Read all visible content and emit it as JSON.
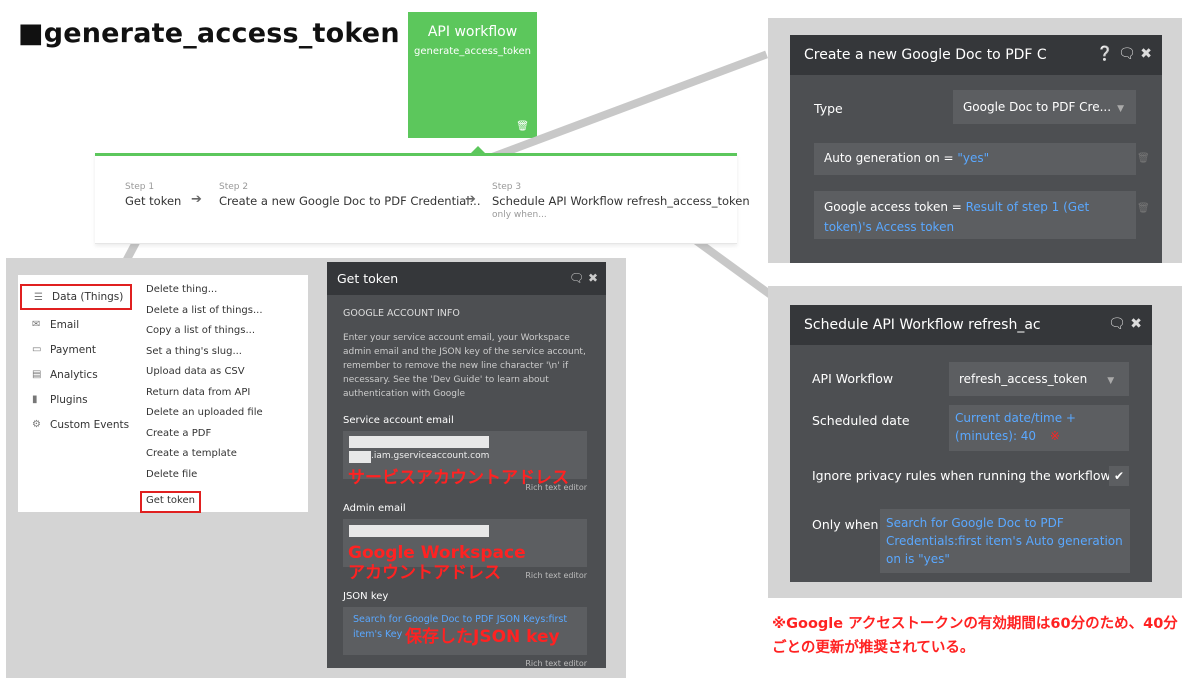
{
  "title": "■generate_access_token",
  "workflow_card": {
    "title": "API workflow",
    "subtitle": "generate_access_token"
  },
  "steps": [
    {
      "num": "Step 1",
      "label": "Get token",
      "sub": ""
    },
    {
      "num": "Step 2",
      "label": "Create a new Google Doc to PDF Credential...",
      "sub": ""
    },
    {
      "num": "Step 3",
      "label": "Schedule API Workflow refresh_access_token",
      "sub": "only when..."
    }
  ],
  "menu": {
    "left": [
      {
        "icon": "database-icon",
        "label": "Data (Things)"
      },
      {
        "icon": "envelope-icon",
        "label": "Email"
      },
      {
        "icon": "card-icon",
        "label": "Payment"
      },
      {
        "icon": "chart-icon",
        "label": "Analytics"
      },
      {
        "icon": "plug-icon",
        "label": "Plugins"
      },
      {
        "icon": "gears-icon",
        "label": "Custom Events"
      }
    ],
    "right": [
      "Delete thing...",
      "Delete a list of things...",
      "Copy a list of things...",
      "Set a thing's slug...",
      "Upload data as CSV",
      "Return data from API",
      "Delete an uploaded file",
      "Create a PDF",
      "Create a template",
      "Delete file",
      "Get token"
    ]
  },
  "get_token": {
    "title": "Get token",
    "section": "GOOGLE ACCOUNT INFO",
    "description": "Enter your service account email, your Workspace admin email and the JSON key of the service account, remember to remove the new line character '\\n' if necessary. See the 'Dev Guide' to learn about authentication with Google",
    "service_label": "Service account email",
    "service_value": ".iam.gserviceaccount.com",
    "admin_label": "Admin email",
    "json_label": "JSON key",
    "json_value": "Search for Google Doc to PDF JSON Keys:first item's Key",
    "rich_text": "Rich text editor",
    "note_service": "サービスアカウントアドレス",
    "note_admin_1": "Google Workspace",
    "note_admin_2": "アカウントアドレス",
    "note_json": "保存したJSON key"
  },
  "create_panel": {
    "title": "Create a new Google Doc to PDF C",
    "type_label": "Type",
    "type_value": "Google Doc to PDF Cre...",
    "auto_label": "Auto generation on = ",
    "auto_value": "\"yes\"",
    "gat_label": "Google access token = ",
    "gat_value_1": "Result of step 1 (Get",
    "gat_value_2": "token)'s Access token"
  },
  "schedule_panel": {
    "title": "Schedule API Workflow refresh_ac",
    "api_label": "API Workflow",
    "api_value": "refresh_access_token",
    "date_label": "Scheduled date",
    "date_value_1": "Current date/time +",
    "date_value_2": "(minutes): 40",
    "date_mark": "※",
    "ignore_label": "Ignore privacy rules when running the workflow",
    "only_label": "Only when",
    "only_value": "Search for Google Doc to PDF Credentials:first item's Auto generation on is \"yes\""
  },
  "footnote": "※Google アクセストークンの有効期間は60分のため、40分ごとの更新が推奨されている。"
}
